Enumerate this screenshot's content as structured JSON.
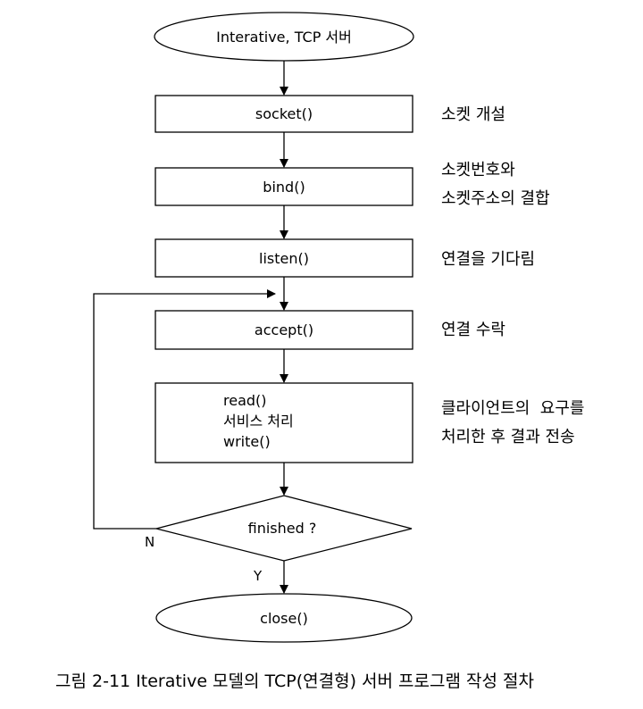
{
  "nodes": {
    "start": "Interative, TCP 서버",
    "socket": "socket()",
    "bind": "bind()",
    "listen": "listen()",
    "accept": "accept()",
    "process": [
      "read()",
      "서비스 처리",
      "write()"
    ],
    "decision": "finished ?",
    "end": "close()"
  },
  "annotations": {
    "socket": [
      "소켓 개설"
    ],
    "bind": [
      "소켓번호와",
      "소켓주소의 결합"
    ],
    "listen": [
      "연결을 기다림"
    ],
    "accept": [
      "연결 수락"
    ],
    "process": [
      "클라이언트의  요구를",
      "처리한 후 결과 전송"
    ]
  },
  "edge_labels": {
    "no": "N",
    "yes": "Y"
  },
  "caption": "그림 2-11 Iterative 모델의 TCP(연결형) 서버 프로그램 작성 절차"
}
